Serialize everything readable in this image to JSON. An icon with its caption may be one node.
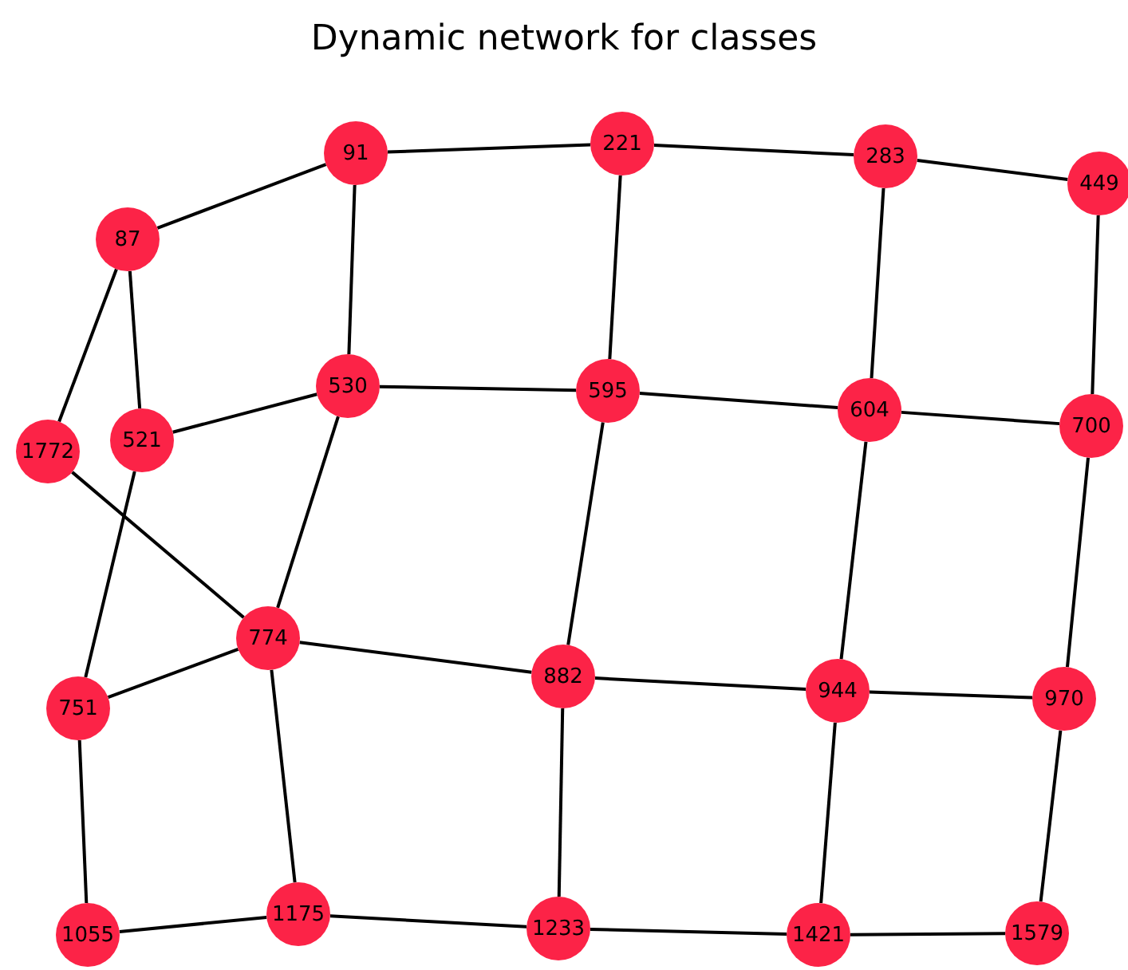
{
  "diagram": {
    "title": "Dynamic network for classes",
    "nodes": [
      {
        "text": [
          "87"
        ]
      },
      {
        "text": [
          "91"
        ]
      },
      {
        "text": [
          "221"
        ]
      },
      {
        "text": [
          "283"
        ]
      },
      {
        "text": [
          "449"
        ]
      },
      {
        "text": [
          "1772"
        ]
      },
      {
        "text": [
          "521"
        ]
      },
      {
        "text": [
          "530"
        ]
      },
      {
        "text": [
          "595"
        ]
      },
      {
        "text": [
          "604"
        ]
      },
      {
        "text": [
          "700"
        ]
      },
      {
        "text": [
          "774"
        ]
      },
      {
        "text": [
          "751"
        ]
      },
      {
        "text": [
          "882"
        ]
      },
      {
        "text": [
          "944"
        ]
      },
      {
        "text": [
          "970"
        ]
      },
      {
        "text": [
          "1055"
        ]
      },
      {
        "text": [
          "1175"
        ]
      },
      {
        "text": [
          "1233"
        ]
      },
      {
        "text": [
          "1421"
        ]
      },
      {
        "text": [
          "1579"
        ]
      }
    ],
    "edges": [
      {
        "from": 0,
        "to": 1,
        "arrow": "none"
      },
      {
        "from": 0,
        "to": 5,
        "arrow": "none"
      },
      {
        "from": 0,
        "to": 6,
        "arrow": "none"
      },
      {
        "from": 1,
        "to": 2,
        "arrow": "none"
      },
      {
        "from": 1,
        "to": 7,
        "arrow": "none"
      },
      {
        "from": 2,
        "to": 3,
        "arrow": "none"
      },
      {
        "from": 2,
        "to": 8,
        "arrow": "none"
      },
      {
        "from": 3,
        "to": 4,
        "arrow": "none"
      },
      {
        "from": 3,
        "to": 9,
        "arrow": "none"
      },
      {
        "from": 4,
        "to": 10,
        "arrow": "none"
      },
      {
        "from": 6,
        "to": 7,
        "arrow": "none"
      },
      {
        "from": 6,
        "to": 12,
        "arrow": "none"
      },
      {
        "from": 7,
        "to": 8,
        "arrow": "none"
      },
      {
        "from": 7,
        "to": 11,
        "arrow": "none"
      },
      {
        "from": 8,
        "to": 9,
        "arrow": "none"
      },
      {
        "from": 8,
        "to": 13,
        "arrow": "none"
      },
      {
        "from": 9,
        "to": 10,
        "arrow": "none"
      },
      {
        "from": 9,
        "to": 14,
        "arrow": "none"
      },
      {
        "from": 10,
        "to": 15,
        "arrow": "none"
      },
      {
        "from": 5,
        "to": 11,
        "arrow": "none"
      },
      {
        "from": 11,
        "to": 12,
        "arrow": "none"
      },
      {
        "from": 11,
        "to": 13,
        "arrow": "none"
      },
      {
        "from": 11,
        "to": 17,
        "arrow": "none"
      },
      {
        "from": 12,
        "to": 16,
        "arrow": "none"
      },
      {
        "from": 13,
        "to": 14,
        "arrow": "none"
      },
      {
        "from": 13,
        "to": 18,
        "arrow": "none"
      },
      {
        "from": 14,
        "to": 15,
        "arrow": "none"
      },
      {
        "from": 14,
        "to": 19,
        "arrow": "none"
      },
      {
        "from": 15,
        "to": 20,
        "arrow": "none"
      },
      {
        "from": 16,
        "to": 17,
        "arrow": "none"
      },
      {
        "from": 17,
        "to": 18,
        "arrow": "none"
      },
      {
        "from": 18,
        "to": 19,
        "arrow": "none"
      },
      {
        "from": 19,
        "to": 20,
        "arrow": "none"
      }
    ]
  }
}
